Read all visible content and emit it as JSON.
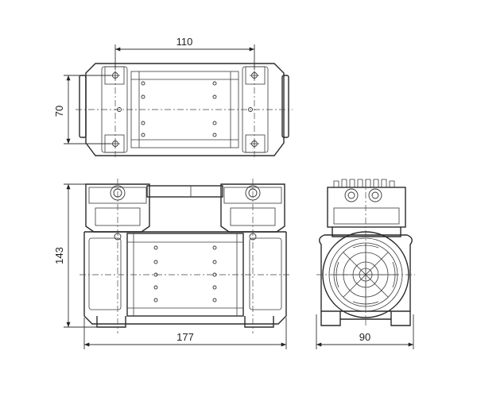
{
  "dimensions": {
    "top_width": "110",
    "top_height": "70",
    "front_height": "143",
    "front_width": "177",
    "side_width": "90"
  }
}
